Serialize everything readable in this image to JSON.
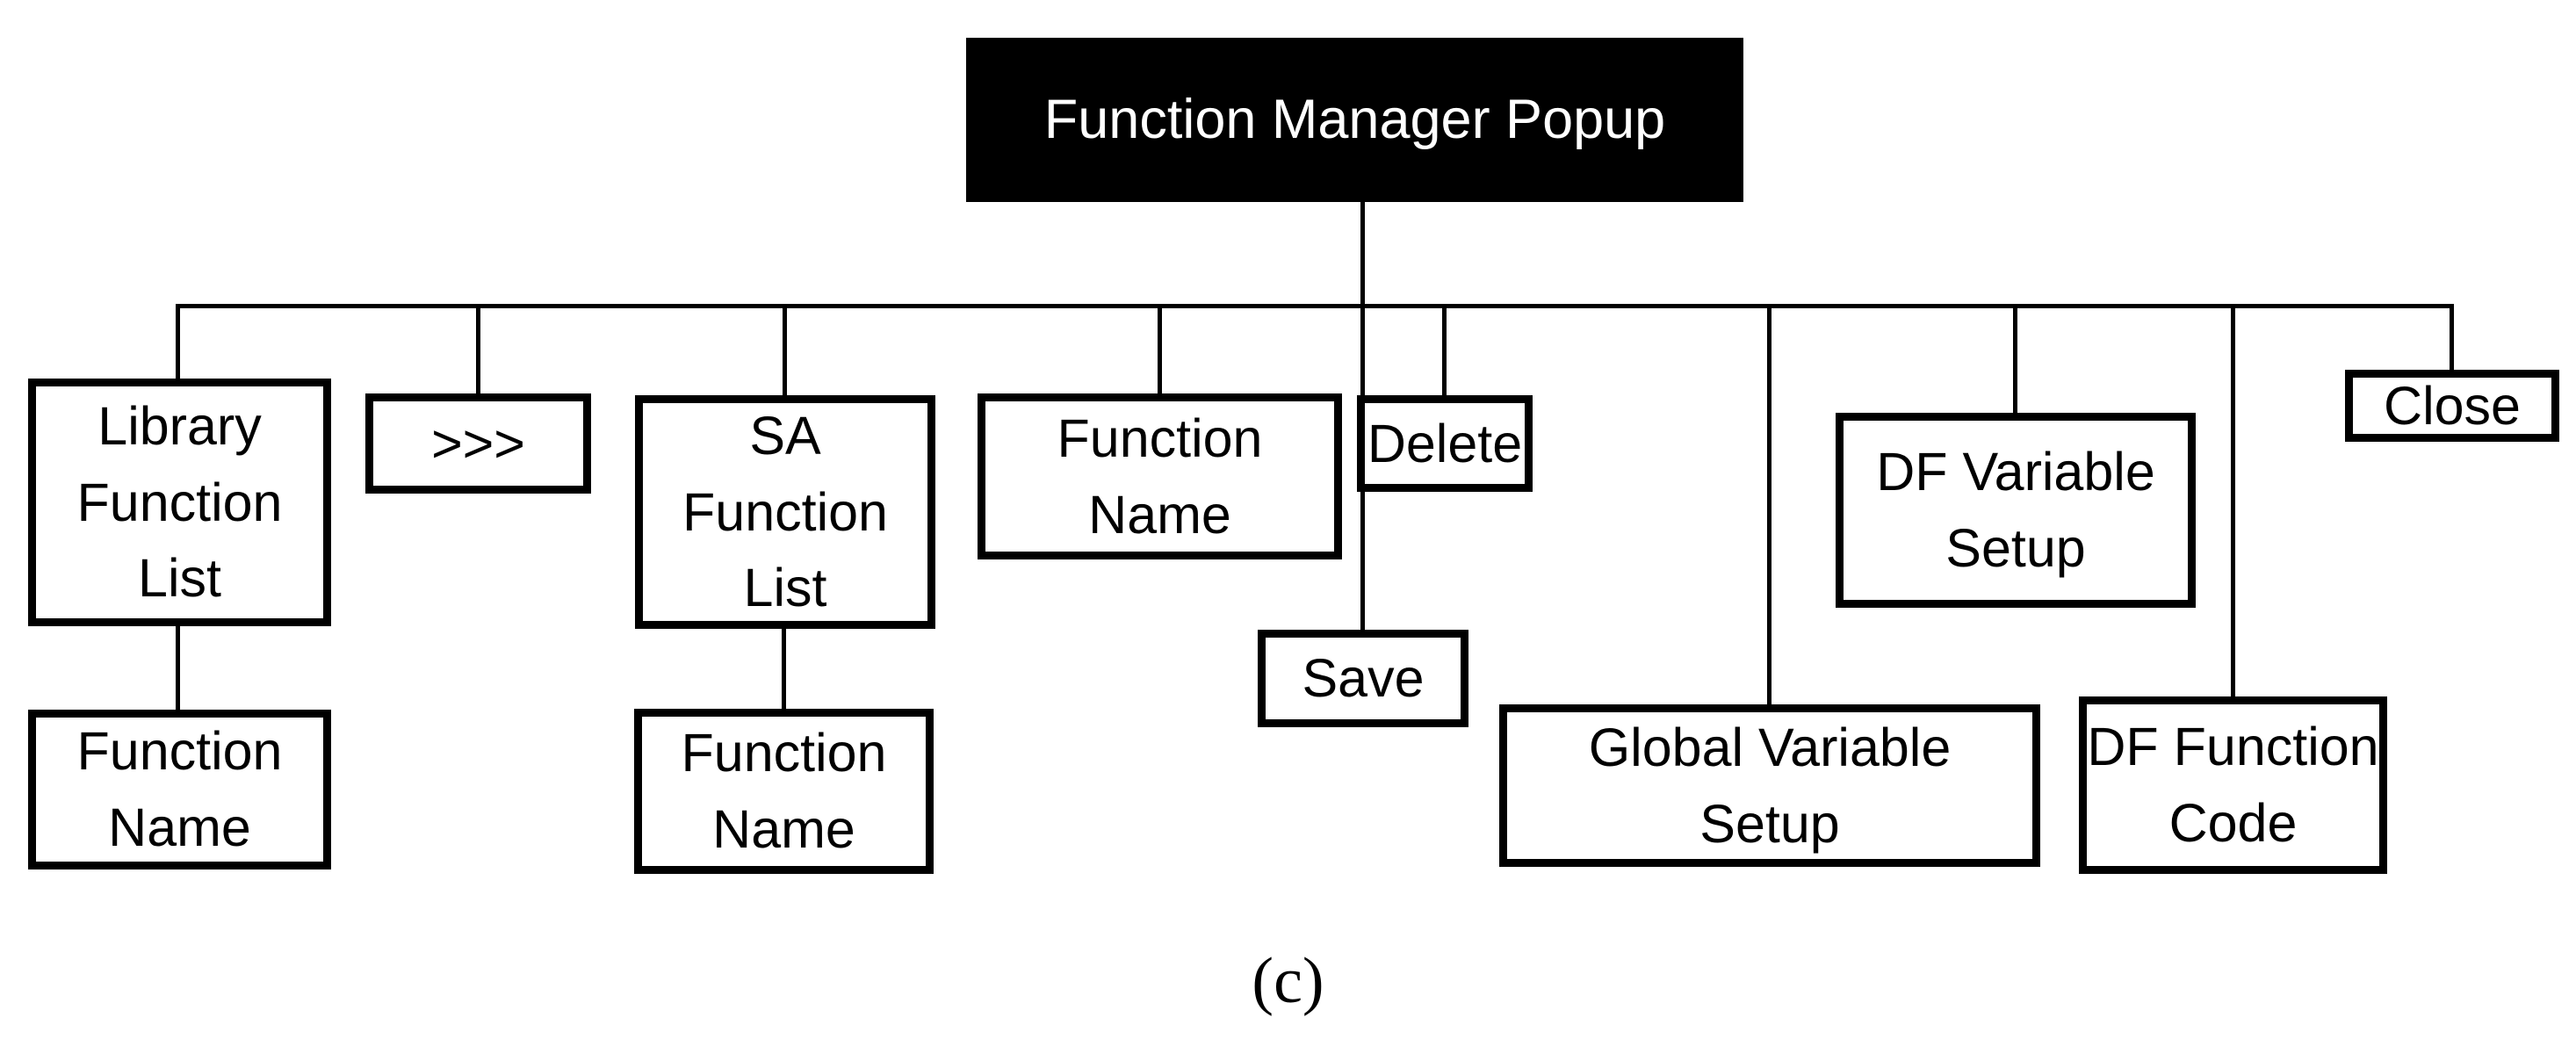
{
  "figure": {
    "caption": "(c)",
    "background_color": "#ffffff",
    "line_color": "#000000",
    "root_fill_color": "#000000",
    "root_text_color": "#ffffff"
  },
  "diagram": {
    "type": "tree",
    "nodes": [
      {
        "id": "function-manager-popup",
        "label": "Function Manager Popup",
        "parent": null,
        "style": "filled-black"
      },
      {
        "id": "library-function-list",
        "label": "Library\nFunction\nList",
        "parent": "function-manager-popup",
        "style": "outline"
      },
      {
        "id": "forward-arrows",
        "label": ">>>",
        "parent": "function-manager-popup",
        "style": "outline"
      },
      {
        "id": "sa-function-list",
        "label": "SA\nFunction\nList",
        "parent": "function-manager-popup",
        "style": "outline"
      },
      {
        "id": "function-name-main",
        "label": "Function\nName",
        "parent": "function-manager-popup",
        "style": "outline"
      },
      {
        "id": "delete",
        "label": "Delete",
        "parent": "function-manager-popup",
        "style": "outline"
      },
      {
        "id": "save",
        "label": "Save",
        "parent": "function-manager-popup",
        "style": "outline"
      },
      {
        "id": "df-variable-setup",
        "label": "DF Variable\nSetup",
        "parent": "function-manager-popup",
        "style": "outline"
      },
      {
        "id": "global-variable-setup",
        "label": "Global Variable\nSetup",
        "parent": "function-manager-popup",
        "style": "outline"
      },
      {
        "id": "df-function-code",
        "label": "DF Function\nCode",
        "parent": "function-manager-popup",
        "style": "outline"
      },
      {
        "id": "close",
        "label": "Close",
        "parent": "function-manager-popup",
        "style": "outline"
      },
      {
        "id": "function-name-library",
        "label": "Function\nName",
        "parent": "library-function-list",
        "style": "outline"
      },
      {
        "id": "function-name-sa",
        "label": "Function\nName",
        "parent": "sa-function-list",
        "style": "outline"
      }
    ]
  }
}
